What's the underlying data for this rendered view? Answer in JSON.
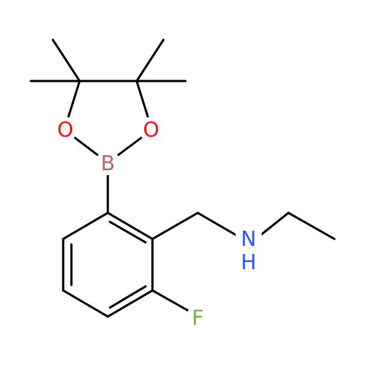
{
  "colors": {
    "background": "#ffffff",
    "bond": "#000000",
    "oxygen": "#ff0d0d",
    "boron": "#b5676b",
    "nitrogen": "#3050f8",
    "fluorine": "#6ab43c"
  },
  "atoms": {
    "o1": "O",
    "o2": "O",
    "b": "B",
    "n": "N",
    "h": "H",
    "f": "F"
  }
}
